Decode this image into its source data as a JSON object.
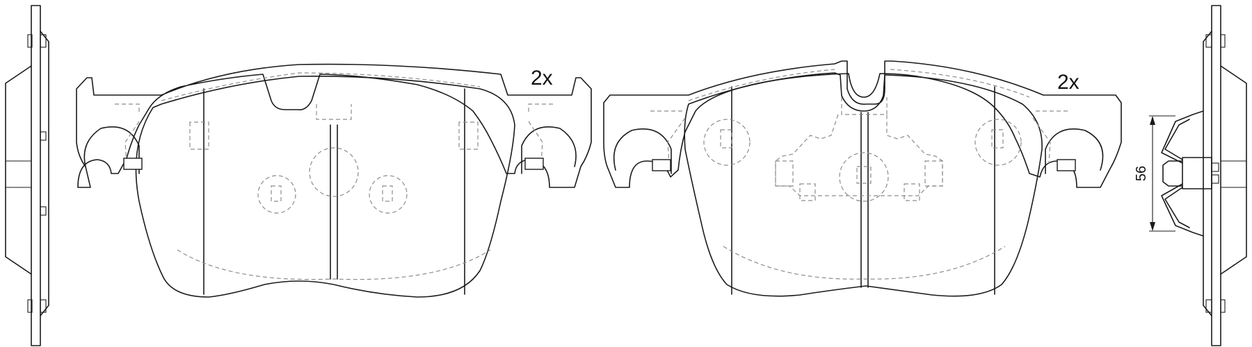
{
  "drawing": {
    "left_pad": {
      "quantity_label": "2x"
    },
    "right_pad": {
      "quantity_label": "2x"
    },
    "spring_clip": {
      "dimension_label": "56"
    }
  }
}
